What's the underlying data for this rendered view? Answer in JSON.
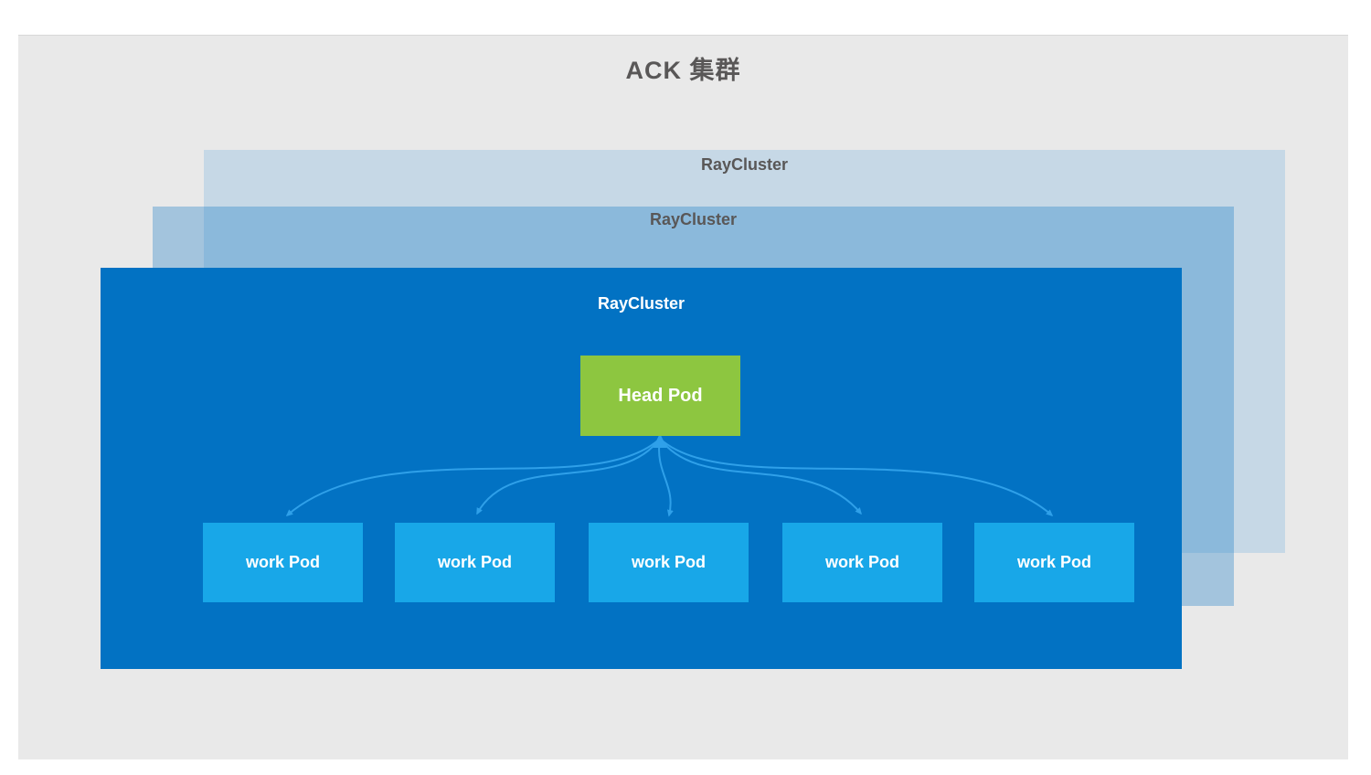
{
  "diagram": {
    "title": "ACK 集群",
    "rayclusters": [
      {
        "label": "RayCluster"
      },
      {
        "label": "RayCluster"
      },
      {
        "label": "RayCluster"
      }
    ],
    "head_pod": {
      "label": "Head Pod"
    },
    "work_pods": [
      {
        "label": "work Pod"
      },
      {
        "label": "work Pod"
      },
      {
        "label": "work Pod"
      },
      {
        "label": "work Pod"
      },
      {
        "label": "work Pod"
      }
    ],
    "colors": {
      "page_background": "#ffffff",
      "panel_background": "#e9e9e9",
      "raycluster_back": "#c6d8e6",
      "raycluster_middle": "rgba(2,114,195,0.30)",
      "raycluster_front": "#0272c3",
      "head_pod": "#8dc640",
      "work_pod": "#18a7e8",
      "connector": "#2fa0e9",
      "title_text": "#595757",
      "back_label_text": "#595757",
      "pod_label_text": "#ffffff"
    }
  }
}
